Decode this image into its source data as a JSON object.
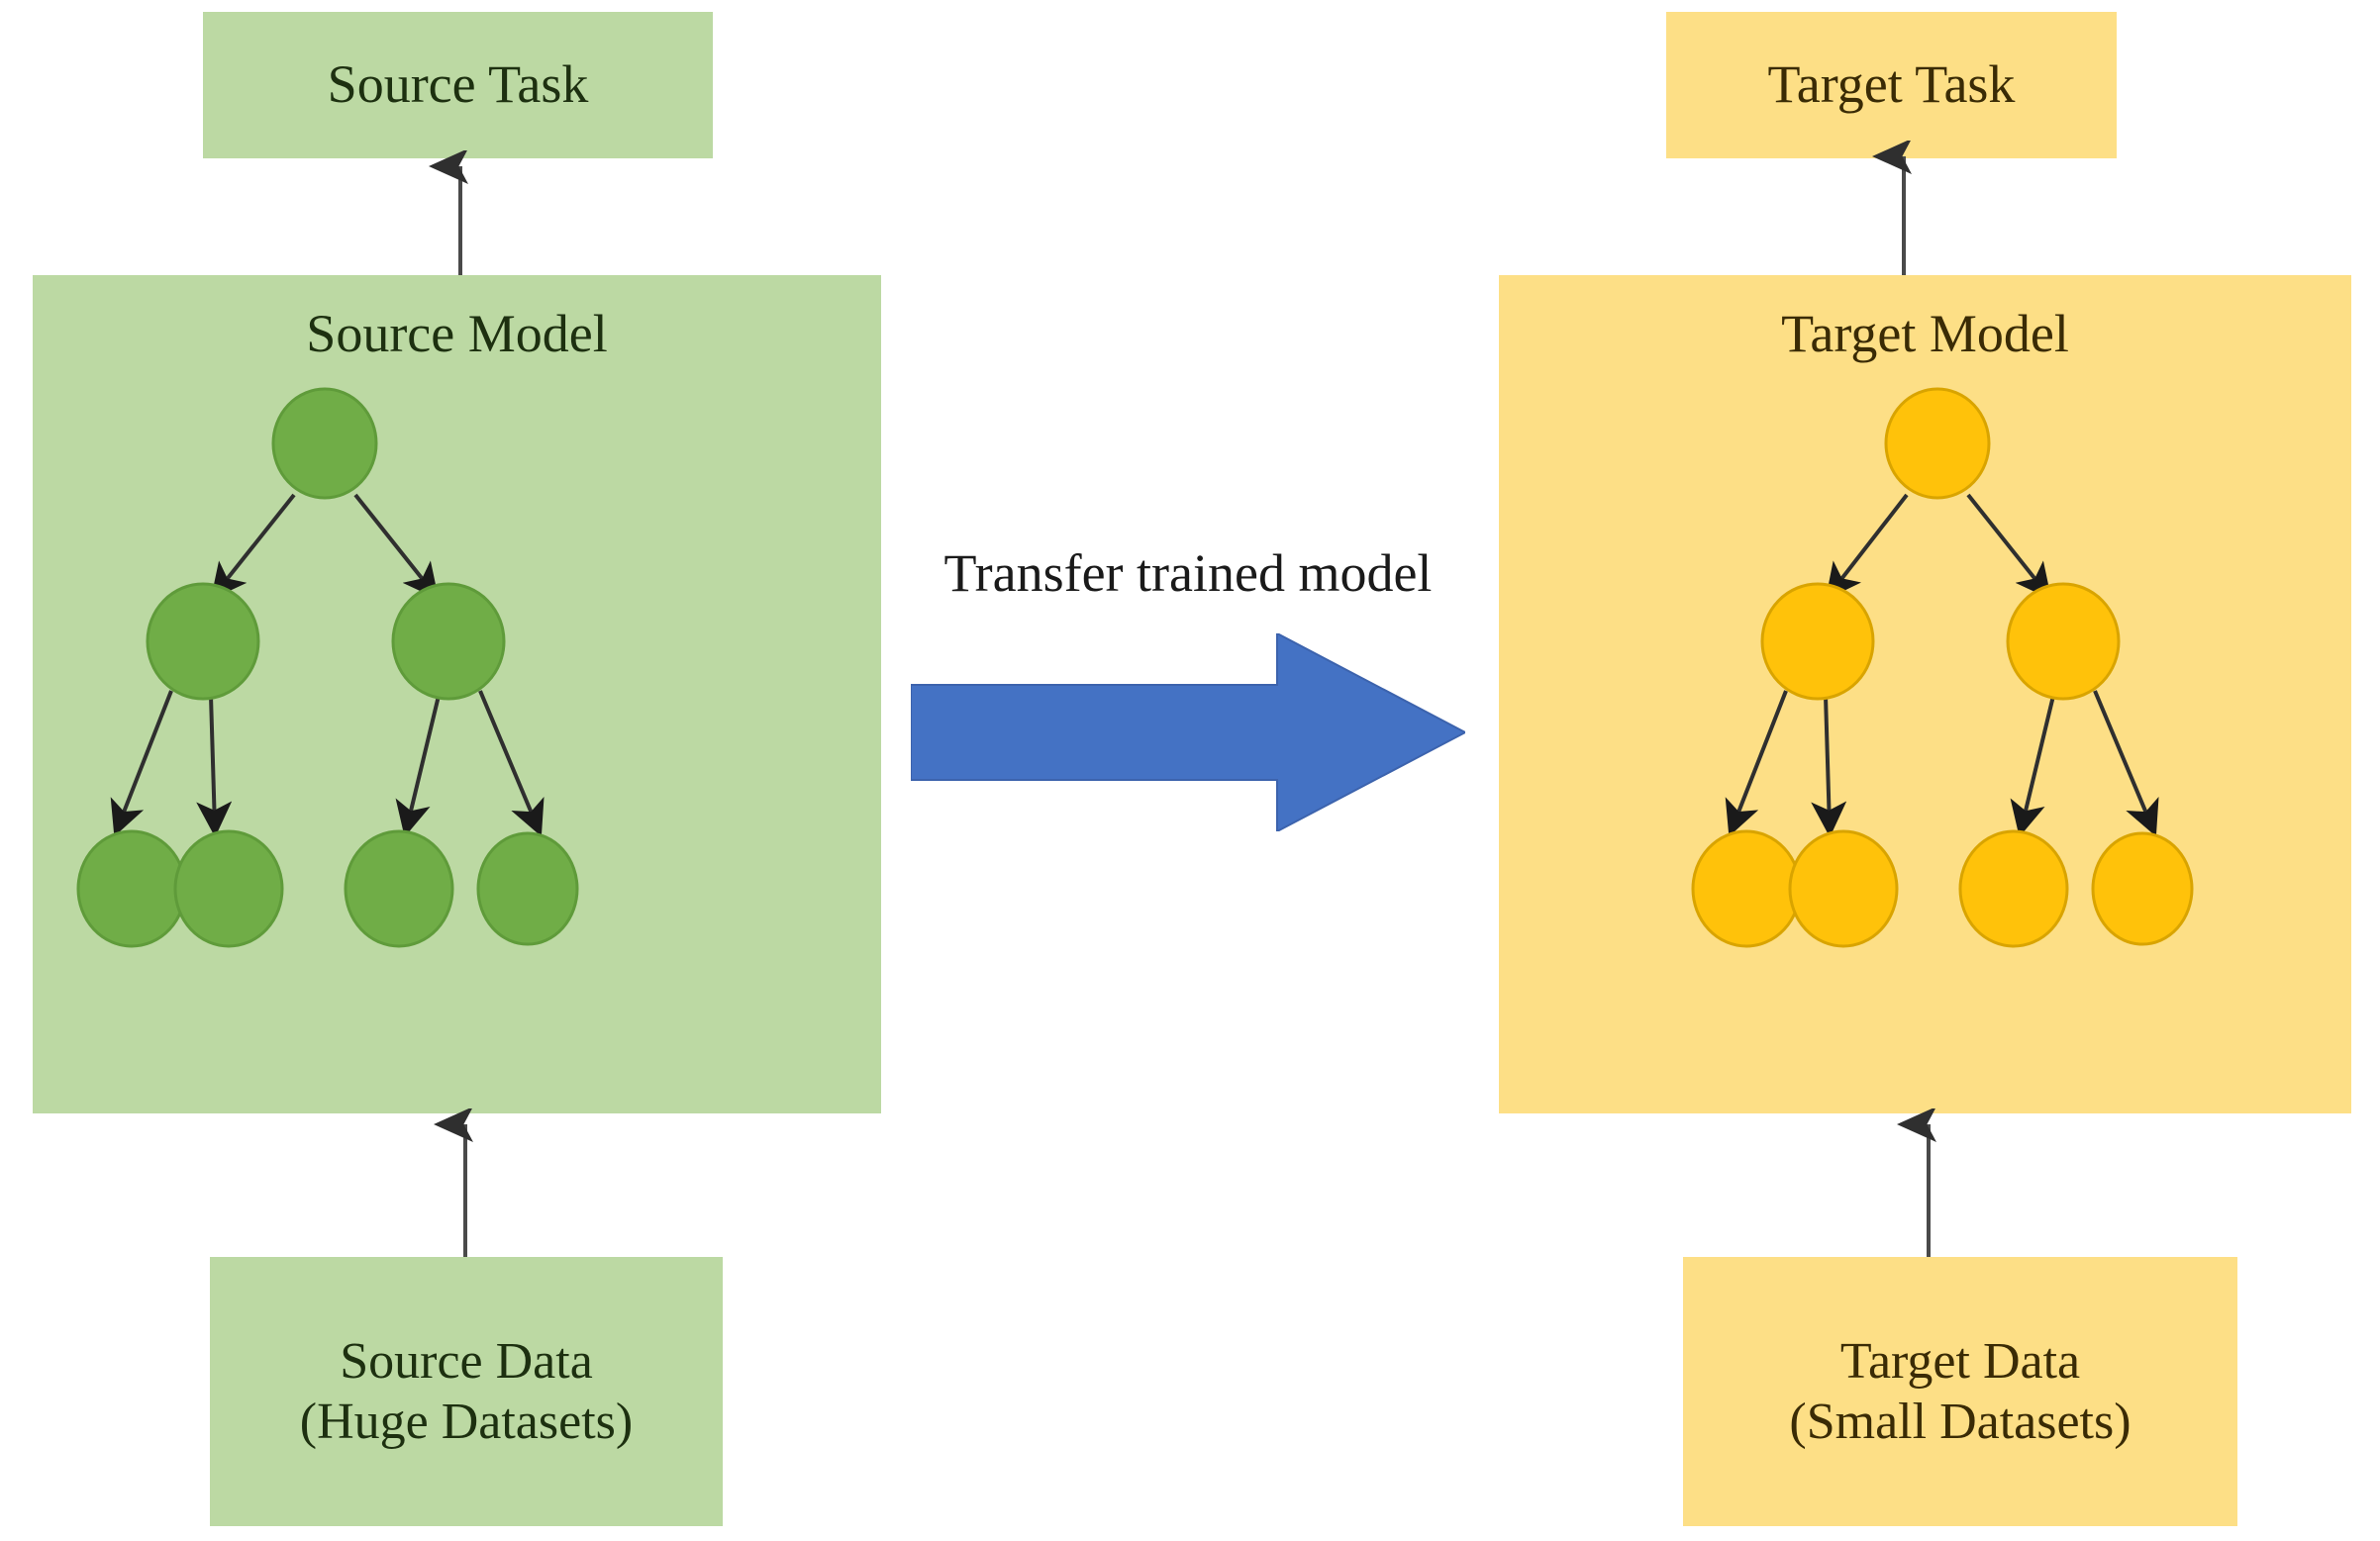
{
  "figure": {
    "title": "Transfer learning from a source model to a target model",
    "background": "#ffffff"
  },
  "colors": {
    "green_panel": "#bcd9a3",
    "green_node": "#70ad47",
    "green_node_border": "#548235",
    "green_text": "#1d3010",
    "yellow_panel": "#fddf86",
    "yellow_node": "#ffc20a",
    "yellow_node_border": "#d9a000",
    "yellow_text": "#3a2b05",
    "transfer_arrow": "#4472c4",
    "edge": "#2f2f2f"
  },
  "source": {
    "task_label": "Source Task",
    "model_label": "Source Model",
    "data_label_line1": "Source Data",
    "data_label_line2": "(Huge Datasets)"
  },
  "target": {
    "task_label": "Target Task",
    "model_label": "Target Model",
    "data_label_line1": "Target Data",
    "data_label_line2": "(Small Datasets)"
  },
  "transfer": {
    "label": "Transfer trained model",
    "direction": "left-to-right"
  },
  "tree": {
    "levels": 3,
    "node_counts": [
      1,
      2,
      4
    ],
    "edges": [
      "root->mid-left",
      "root->mid-right",
      "mid-left->leaf-1",
      "mid-left->leaf-2",
      "mid-right->leaf-3",
      "mid-right->leaf-4"
    ]
  }
}
